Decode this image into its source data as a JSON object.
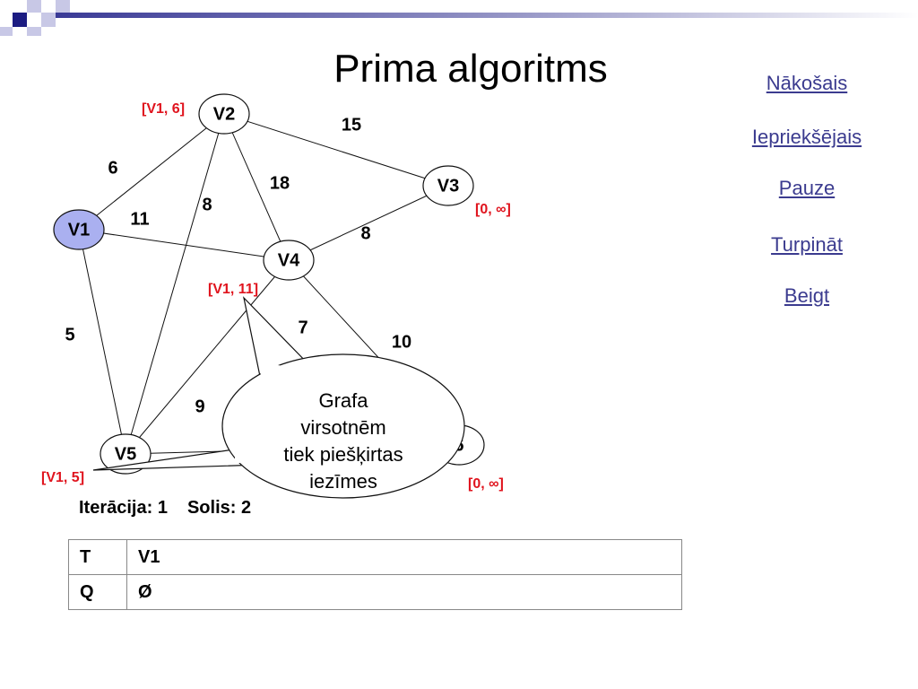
{
  "title": "Prima algoritms",
  "nav": {
    "next": "Nākošais",
    "prev": "Iepriekšējais",
    "pause": "Pauze",
    "resume": "Turpināt",
    "end": "Beigt"
  },
  "graph": {
    "selected_color": "#aab0f0",
    "label_color": "#e0141e",
    "nodes": [
      {
        "id": "V1",
        "selected": true
      },
      {
        "id": "V2",
        "label": "[V1, 6]"
      },
      {
        "id": "V3",
        "label": "[0, ∞]"
      },
      {
        "id": "V4",
        "label": "[V1, 11]"
      },
      {
        "id": "V5",
        "label": "[V1, 5]"
      },
      {
        "id": "V6",
        "text": "6",
        "label": "[0, ∞]"
      }
    ],
    "edges": [
      {
        "from": "V1",
        "to": "V2",
        "weight": "6"
      },
      {
        "from": "V1",
        "to": "V4",
        "weight": "11"
      },
      {
        "from": "V1",
        "to": "V5",
        "weight": "5"
      },
      {
        "from": "V2",
        "to": "V3",
        "weight": "15"
      },
      {
        "from": "V2",
        "to": "V4",
        "weight": "18"
      },
      {
        "from": "V2",
        "to": "V5",
        "weight": "8"
      },
      {
        "from": "V3",
        "to": "V4",
        "weight": "8"
      },
      {
        "from": "V4",
        "to": "V6",
        "weight": "10"
      },
      {
        "from": "V4",
        "to": "V5",
        "weight": "7"
      },
      {
        "from": "V5",
        "to": "V6",
        "weight": "9"
      }
    ]
  },
  "callout": {
    "lines": [
      "Grafa",
      "virsotnēm",
      "tiek piešķirtas",
      "iezīmes"
    ]
  },
  "status": {
    "iteration": "Iterācija: 1",
    "step": "Solis: 2"
  },
  "table": [
    {
      "key": "T",
      "value": "V1"
    },
    {
      "key": "Q",
      "value": "Ø"
    }
  ]
}
